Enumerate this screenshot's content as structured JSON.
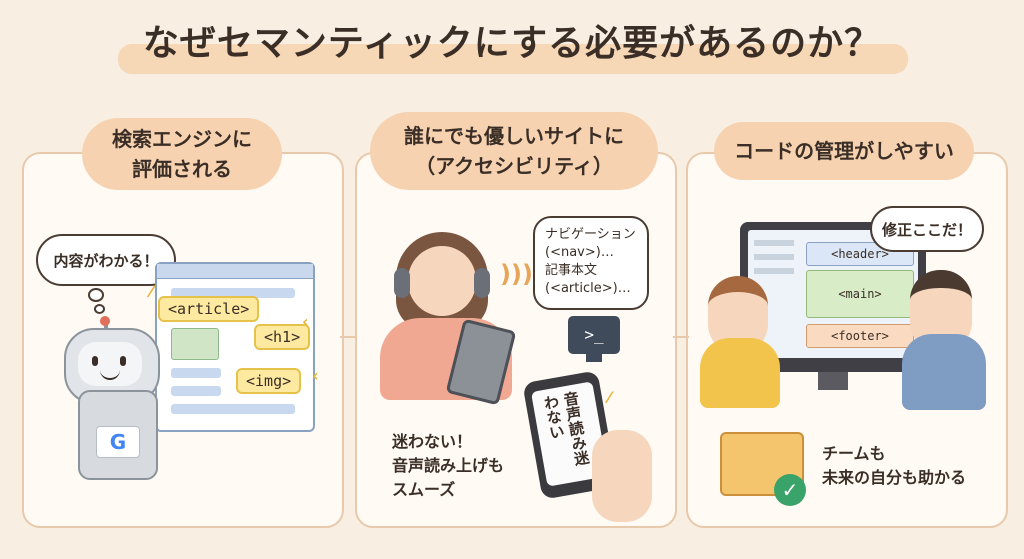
{
  "title": "なぜセマンティックにする必要があるのか？",
  "panels": [
    {
      "heading_line1": "検索エンジンに",
      "heading_line2": "評価される",
      "thought": "内容がわかる！",
      "tags": [
        "<article>",
        "<h1>",
        "<img>"
      ],
      "badge": "G"
    },
    {
      "heading_line1": "誰にでも優しいサイトに",
      "heading_line2": "（アクセシビリティ）",
      "speech_lines": [
        "ナビゲーション",
        "(<nav>)…",
        "記事本文",
        "(<article>)…"
      ],
      "terminal": ">_",
      "phone_text": "音声読み迷わない",
      "caption_lines": [
        "迷わない！",
        "音声読み上げも",
        "スムーズ"
      ]
    },
    {
      "heading": "コードの管理がしやすい",
      "thought": "修正ここだ！",
      "code_blocks": [
        "<header>",
        "<main>",
        "<footer>"
      ],
      "caption_lines": [
        "チームも",
        "未来の自分も助かる"
      ]
    }
  ],
  "colors": {
    "background": "#f8efe2",
    "accent": "#f6d2b1",
    "tag_highlight": "#fde9a0",
    "check": "#3aa36a"
  },
  "icons": [
    "robot-icon",
    "headphones-person-icon",
    "smartphone-icon",
    "terminal-icon",
    "folder-icon",
    "check-icon",
    "monitor-icon"
  ]
}
